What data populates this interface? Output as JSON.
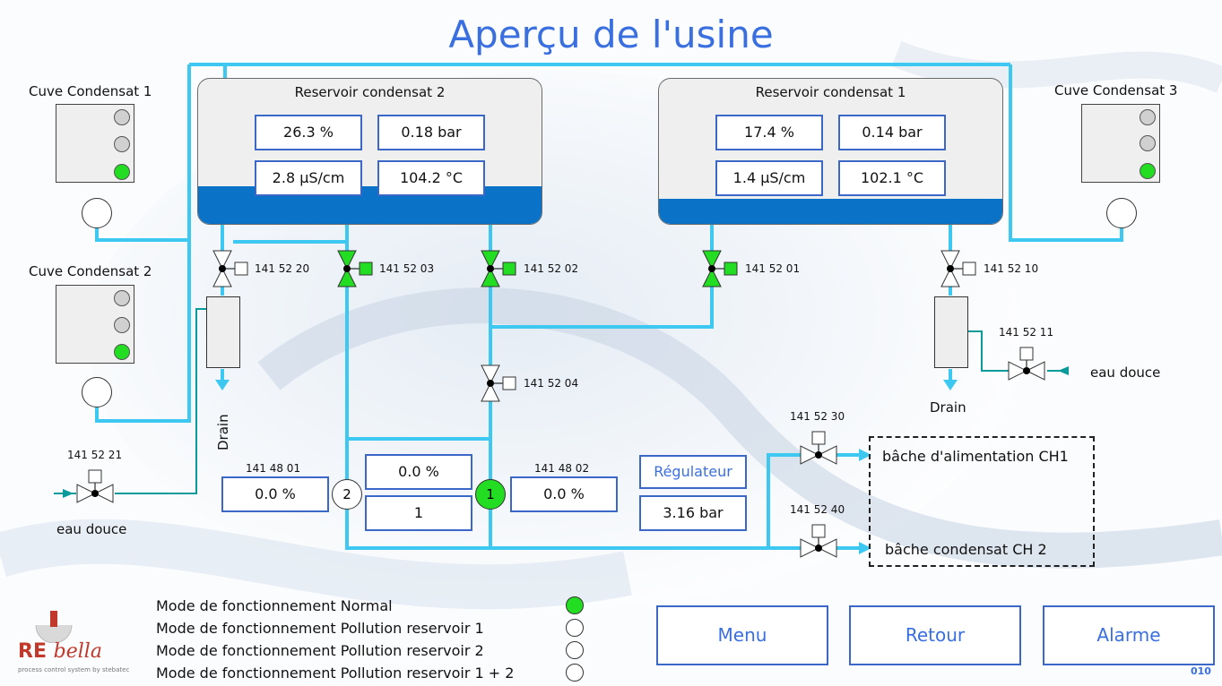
{
  "title": "Aperçu de l'usine",
  "colors": {
    "pipe": "#3cc8f0",
    "water_pipe": "#0a9a9a",
    "accent": "#3a6fe0",
    "valve_open": "#22dd22",
    "tank_level": "#0a73c8"
  },
  "cuves": [
    {
      "label": "Cuve Condensat 1",
      "lamps": [
        false,
        false,
        true
      ]
    },
    {
      "label": "Cuve Condensat 2",
      "lamps": [
        false,
        false,
        true
      ]
    },
    {
      "label": "Cuve Condensat 3",
      "lamps": [
        false,
        false,
        true
      ]
    }
  ],
  "reservoirs": [
    {
      "label": "Reservoir condensat 2",
      "level": "26.3 %",
      "pressure": "0.18 bar",
      "conductivity": "2.8 µS/cm",
      "temperature": "104.2 °C",
      "level_fraction": 0.263
    },
    {
      "label": "Reservoir condensat 1",
      "level": "17.4 %",
      "pressure": "0.14 bar",
      "conductivity": "1.4 µS/cm",
      "temperature": "102.1 °C",
      "level_fraction": 0.174
    }
  ],
  "valves": [
    {
      "tag": "141 52 20",
      "state": "closed"
    },
    {
      "tag": "141 52 03",
      "state": "open"
    },
    {
      "tag": "141 52 02",
      "state": "open"
    },
    {
      "tag": "141 52 01",
      "state": "open"
    },
    {
      "tag": "141 52 10",
      "state": "closed"
    },
    {
      "tag": "141 52 11",
      "state": "closed"
    },
    {
      "tag": "141 52 04",
      "state": "closed"
    },
    {
      "tag": "141 52 21",
      "state": "closed"
    },
    {
      "tag": "141 52 30",
      "state": "closed"
    },
    {
      "tag": "141 52 40",
      "state": "closed"
    }
  ],
  "pumps": {
    "p2": {
      "tag": "141 48 01",
      "value": "0.0 %",
      "label": "2"
    },
    "p1": {
      "tag": "141 48 02",
      "value": "0.0 %",
      "label": "1"
    },
    "middle_value": "0.0 %",
    "middle_selected": "1"
  },
  "regulator": {
    "label": "Régulateur",
    "value": "3.16 bar"
  },
  "drain_label": "Drain",
  "eau_douce": "eau douce",
  "destinations": {
    "ch1": "bâche d'alimentation CH1",
    "ch2": "bâche condensat CH 2"
  },
  "modes": [
    {
      "label": "Mode de fonctionnement Normal",
      "active": true
    },
    {
      "label": "Mode de fonctionnement Pollution reservoir 1",
      "active": false
    },
    {
      "label": "Mode de fonctionnement Pollution reservoir 2",
      "active": false
    },
    {
      "label": "Mode de fonctionnement Pollution reservoir 1 + 2",
      "active": false
    }
  ],
  "buttons": {
    "menu": "Menu",
    "retour": "Retour",
    "alarme": "Alarme"
  },
  "logo": {
    "re": "RE",
    "bella": "bella",
    "subtitle": "process control system by stebatec"
  },
  "page_number": "010"
}
